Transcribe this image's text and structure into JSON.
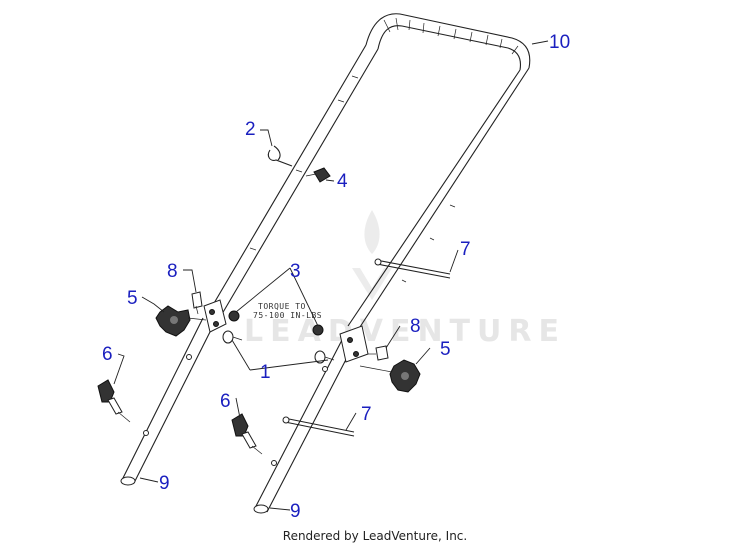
{
  "diagram": {
    "callouts": [
      {
        "id": "c10",
        "text": "10"
      },
      {
        "id": "c2",
        "text": "2"
      },
      {
        "id": "c4",
        "text": "4"
      },
      {
        "id": "c7a",
        "text": "7"
      },
      {
        "id": "c8a",
        "text": "8"
      },
      {
        "id": "c3",
        "text": "3"
      },
      {
        "id": "c5a",
        "text": "5"
      },
      {
        "id": "c8b",
        "text": "8"
      },
      {
        "id": "c5b",
        "text": "5"
      },
      {
        "id": "c6a",
        "text": "6"
      },
      {
        "id": "c1",
        "text": "1"
      },
      {
        "id": "c6b",
        "text": "6"
      },
      {
        "id": "c7b",
        "text": "7"
      },
      {
        "id": "c9a",
        "text": "9"
      },
      {
        "id": "c9b",
        "text": "9"
      }
    ],
    "torque_note": [
      "TORQUE TO",
      "75-100 IN-LBS"
    ],
    "watermark": "LEADVENTURE",
    "footer": "Rendered by LeadVenture, Inc.",
    "colors": {
      "callout": "#1a1fbf",
      "line": "#222222",
      "watermark": "#e6e6e6"
    }
  }
}
